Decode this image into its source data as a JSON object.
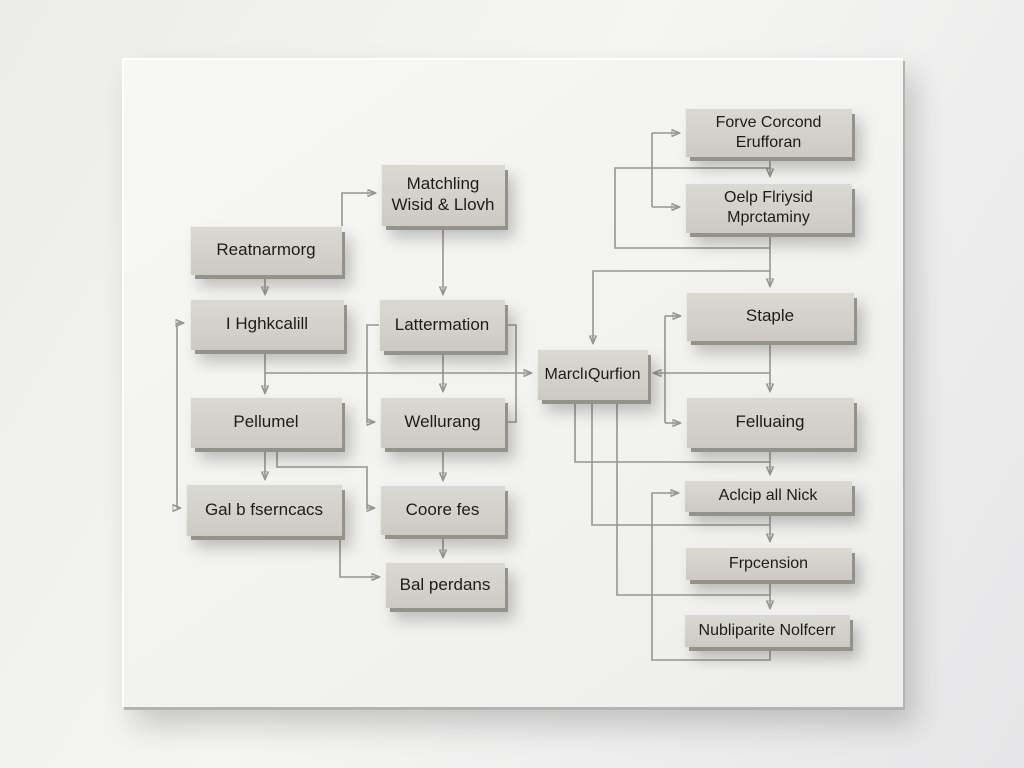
{
  "diagram": {
    "title": "flowchart-on-whiteboard",
    "nodes": {
      "reatnarmorg": {
        "label": "Reatnarmorg"
      },
      "hghkcalill": {
        "label": "I Hghkcalill"
      },
      "pellumel": {
        "label": "Pellumel"
      },
      "gal_b_fserncacs": {
        "label": "Gal b fserncacs"
      },
      "matchling": {
        "line1": "Matchling",
        "line2": "Wisid & Llovh"
      },
      "lattermation": {
        "label": "Lattermation"
      },
      "wellurang": {
        "label": "Wellurang"
      },
      "coore_fes": {
        "label": "Coore fes"
      },
      "bal_perdans": {
        "label": "Bal perdans"
      },
      "marclqurfion": {
        "label": "MarclıQurfion"
      },
      "forve": {
        "line1": "Forve Corcond",
        "line2": "Erufforan"
      },
      "oelp": {
        "line1": "Oelp Flriysid",
        "line2": "Mprctaminy"
      },
      "staple": {
        "label": "Staple"
      },
      "felluaing": {
        "label": "Felluaing"
      },
      "aclcip": {
        "label": "Aclcip all Nick"
      },
      "frpcension": {
        "label": "Frpcension"
      },
      "nubliparite": {
        "label": "Nubliparite Nolfcerr"
      }
    },
    "edges": [
      {
        "from": "reatnarmorg",
        "to": "matchling"
      },
      {
        "from": "reatnarmorg",
        "to": "hghkcalill"
      },
      {
        "from": "matchling",
        "to": "lattermation"
      },
      {
        "from": "hghkcalill",
        "to": "pellumel"
      },
      {
        "from": "hghkcalill",
        "to": "marclqurfion"
      },
      {
        "from": "lattermation",
        "to": "wellurang"
      },
      {
        "from": "lattermation",
        "to": "wellurang",
        "via": "left-loop"
      },
      {
        "from": "lattermation",
        "to": "wellurang",
        "via": "right-loop"
      },
      {
        "from": "pellumel",
        "to": "gal_b_fserncacs"
      },
      {
        "from": "pellumel",
        "to": "coore_fes"
      },
      {
        "from": "wellurang",
        "to": "coore_fes"
      },
      {
        "from": "coore_fes",
        "to": "bal_perdans"
      },
      {
        "from": "gal_b_fserncacs",
        "to": "bal_perdans"
      },
      {
        "from": "left-rail",
        "to": "hghkcalill"
      },
      {
        "from": "left-rail",
        "to": "gal_b_fserncacs"
      },
      {
        "from": "top-bracket",
        "to": "forve"
      },
      {
        "from": "top-bracket",
        "to": "oelp"
      },
      {
        "from": "forve",
        "to": "oelp"
      },
      {
        "from": "oelp",
        "to": "staple"
      },
      {
        "from": "oelp",
        "to": "marclqurfion"
      },
      {
        "from": "mid-bracket",
        "to": "staple"
      },
      {
        "from": "mid-bracket",
        "to": "felluaing"
      },
      {
        "from": "staple",
        "to": "felluaing"
      },
      {
        "from": "staple",
        "to": "marclqurfion"
      },
      {
        "from": "felluaing",
        "to": "aclcip"
      },
      {
        "from": "marclqurfion",
        "to": "aclcip"
      },
      {
        "from": "marclqurfion",
        "to": "frpcension"
      },
      {
        "from": "marclqurfion",
        "to": "nubliparite"
      },
      {
        "from": "aclcip",
        "to": "frpcension"
      },
      {
        "from": "frpcension",
        "to": "nubliparite"
      },
      {
        "from": "nubliparite",
        "to": "aclcip",
        "via": "feedback-loop"
      }
    ],
    "colors": {
      "line": "#97958f",
      "node_fill": "#d3d1ca",
      "node_edge": "#94928a",
      "text": "#1c1c1c",
      "board": "#f2f2f0"
    }
  }
}
